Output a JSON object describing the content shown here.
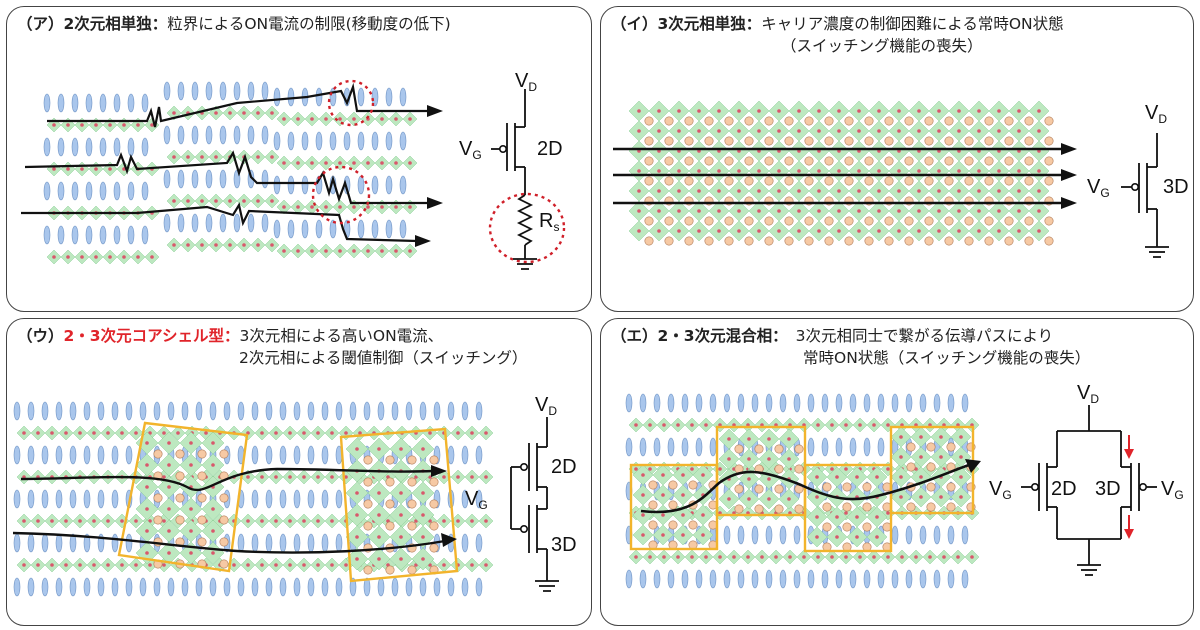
{
  "panels": {
    "a": {
      "head": "（ア）2次元相単独：",
      "desc": "粒界によるON電流の制限(移動度の低下)",
      "vd": "V",
      "vd_sub": "D",
      "vg": "V",
      "vg_sub": "G",
      "dev": "2D",
      "rs": "R",
      "rs_sub": "s"
    },
    "b": {
      "head": "（イ）3次元相単独：",
      "desc": "キャリア濃度の制御困難による常時ON状態",
      "desc2": "（スイッチング機能の喪失）",
      "vd": "V",
      "vd_sub": "D",
      "vg": "V",
      "vg_sub": "G",
      "dev": "3D"
    },
    "c": {
      "paren": "（ウ）",
      "head": "2・3次元コアシェル型：",
      "desc": "3次元相による高いON電流、",
      "desc2": "2次元相による閾値制御（スイッチング）",
      "vd": "V",
      "vd_sub": "D",
      "vg": "V",
      "vg_sub": "G",
      "dev_top": "2D",
      "dev_bot": "3D"
    },
    "d": {
      "head": "（エ）2・3次元混合相：",
      "desc": "3次元相同士で繋がる伝導パスにより",
      "desc2": "常時ON状態（スイッチング機能の喪失）",
      "vd": "V",
      "vd_sub": "D",
      "vg_l": "V",
      "vg_l_sub": "G",
      "vg_r": "V",
      "vg_r_sub": "G",
      "dev_l": "2D",
      "dev_r": "3D"
    }
  },
  "colors": {
    "accent": "#e0242a",
    "box": "#f2b42c",
    "diamond": "#bde8c0",
    "ellipse": "#a9c6ec",
    "atom": "#f6c9a4",
    "dot": "#d8586c"
  }
}
